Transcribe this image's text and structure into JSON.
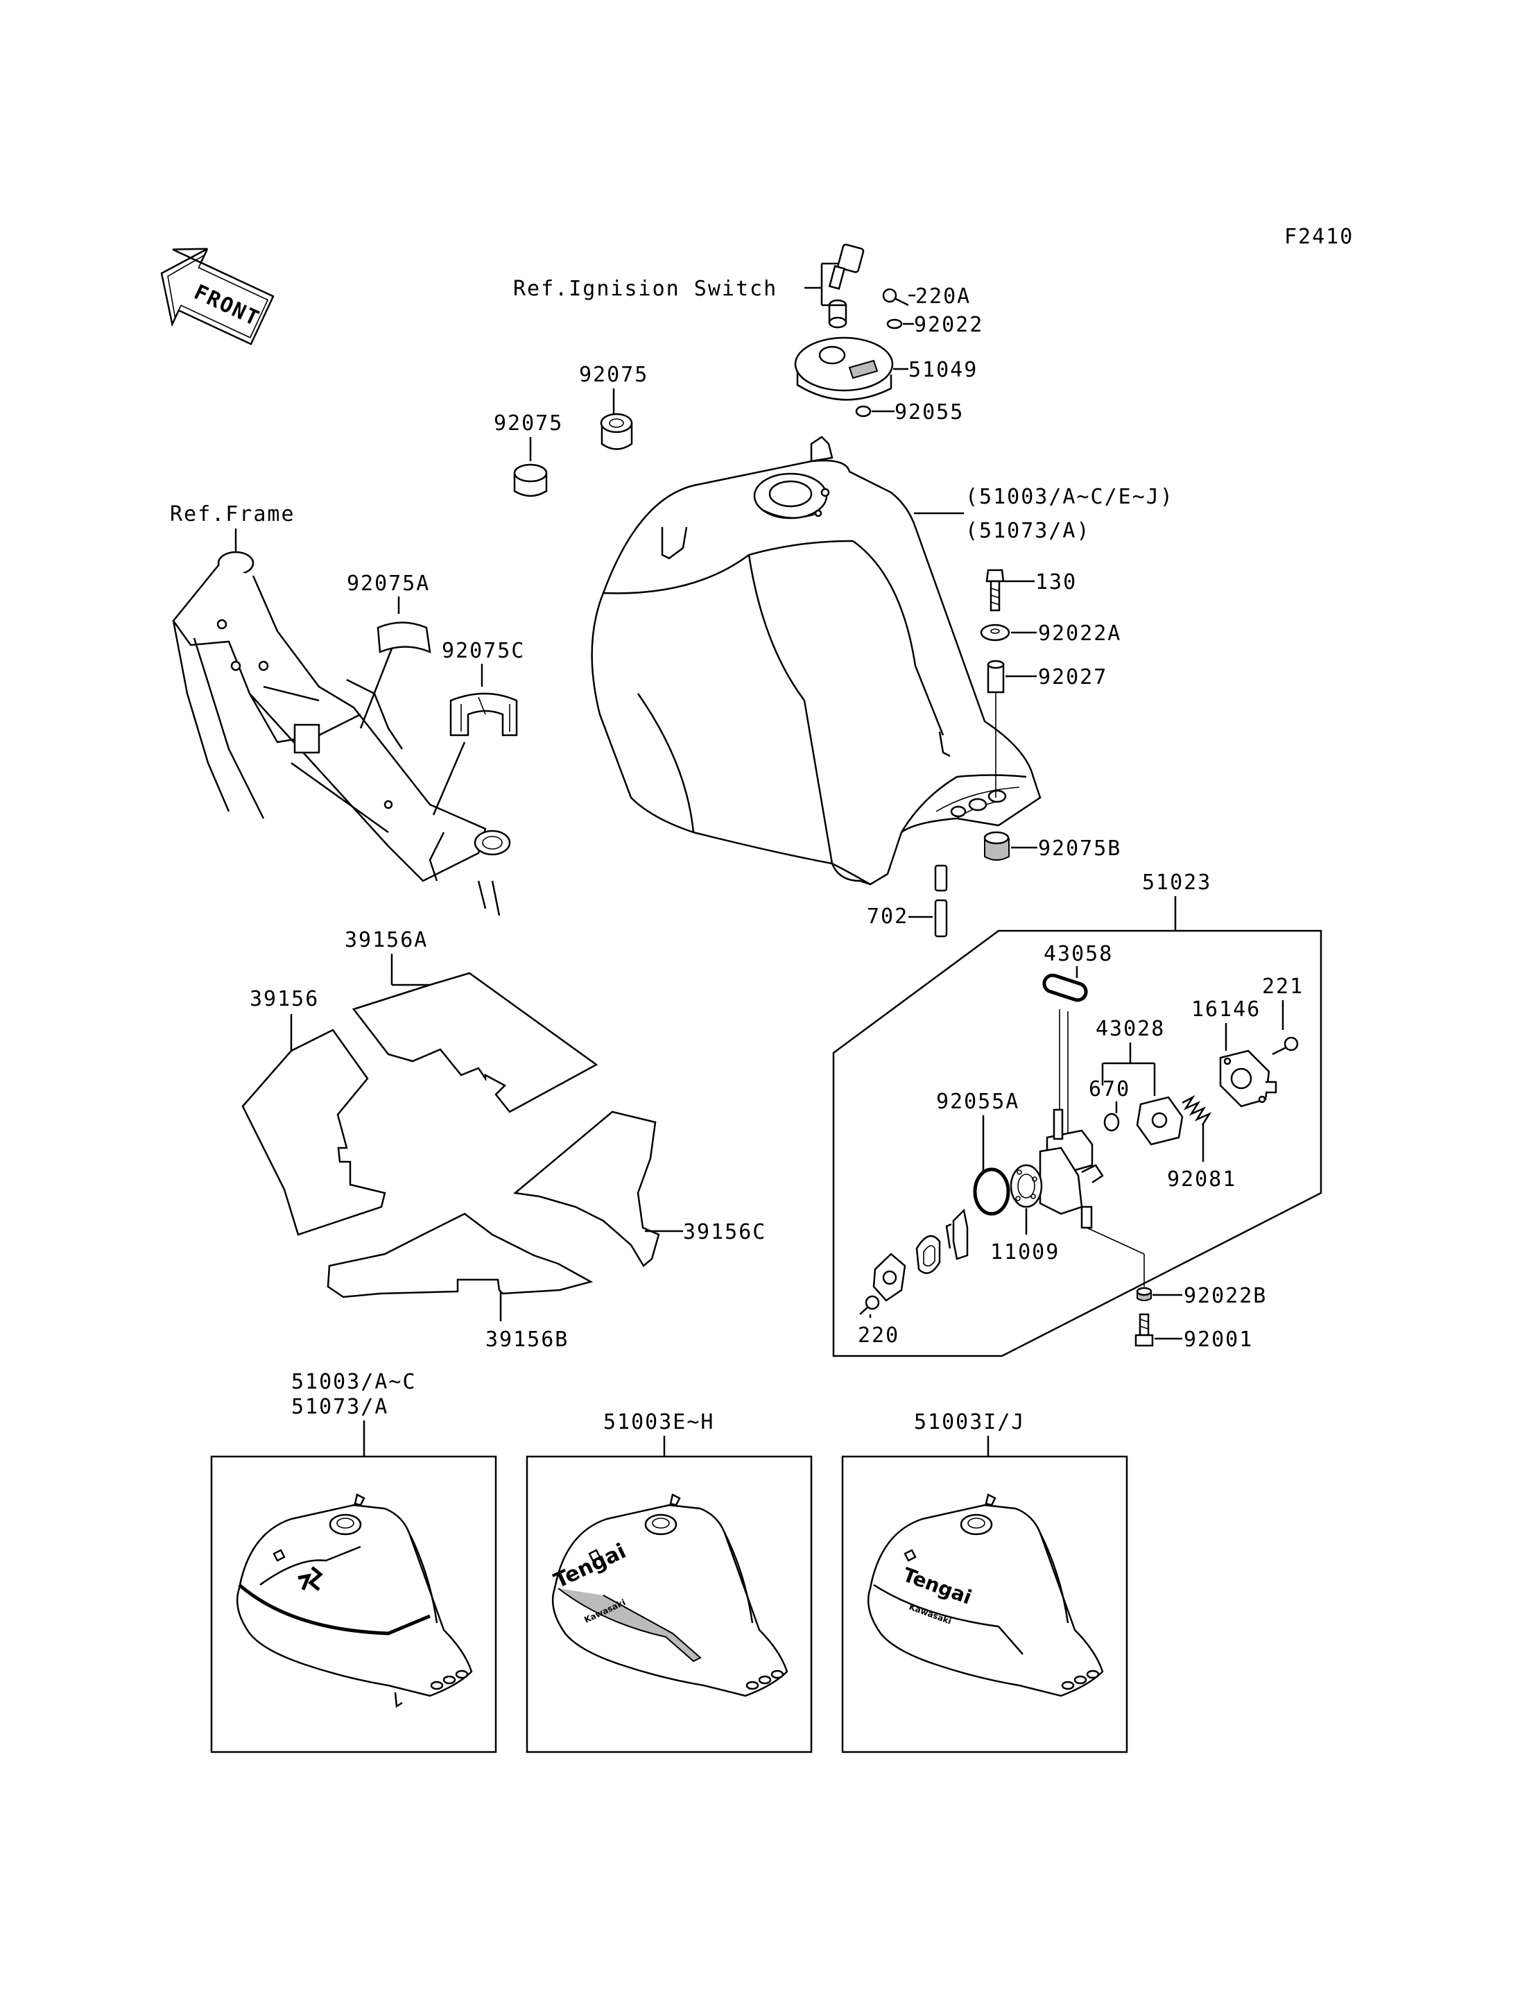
{
  "figure_code": "F2410",
  "front_arrow": {
    "label": "FRONT",
    "icon": "front-direction-arrow-icon"
  },
  "references": {
    "ignition": "Ref.Ignision Switch",
    "frame": "Ref.Frame"
  },
  "labels": {
    "p220a": "220A",
    "p92022": "92022",
    "p51049": "51049",
    "p92055": "92055",
    "p92075_top": "92075",
    "p92075_left": "92075",
    "p92075a": "92075A",
    "p92075c": "92075C",
    "tank_line1": "(51003/A~C/E~J)",
    "tank_line2": "(51073/A)",
    "p130": "130",
    "p92022a": "92022A",
    "p92027": "92027",
    "p92075b": "92075B",
    "p702": "702",
    "p51023": "51023",
    "p43058": "43058",
    "p221": "221",
    "p16146": "16146",
    "p43028": "43028",
    "p670": "670",
    "p92055a": "92055A",
    "p92081": "92081",
    "p11009": "11009",
    "p92022b": "92022B",
    "p220": "220",
    "p92001": "92001",
    "p39156a": "39156A",
    "p39156": "39156",
    "p39156c": "39156C",
    "p39156b": "39156B"
  },
  "variants": [
    {
      "line1": "51003/A~C",
      "line2": "51073/A",
      "logo": "kanji-emblem"
    },
    {
      "line1": "51003E~H",
      "line2": "",
      "logo": "Tengai"
    },
    {
      "line1": "51003I/J",
      "line2": "",
      "logo": "Tengai"
    }
  ],
  "variant_sublogo": "Kawasaki"
}
